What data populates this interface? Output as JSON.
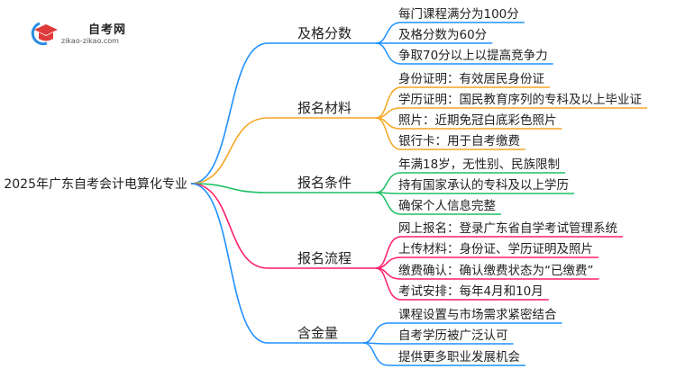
{
  "logo": {
    "title": "自考网",
    "url": "zikao-zikao.com"
  },
  "root": "2025年广东自考会计电算化专业",
  "branches": [
    {
      "label": "及格分数",
      "color": "#1E90FF",
      "leaves": [
        "每门课程满分为100分",
        "及格分数为60分",
        "争取70分以上以提高竞争力"
      ]
    },
    {
      "label": "报名材料",
      "color": "#F5A623",
      "leaves": [
        "身份证明：有效居民身份证",
        "学历证明：国民教育序列的专科及以上毕业证",
        "照片：近期免冠白底彩色照片",
        "银行卡：用于自考缴费"
      ]
    },
    {
      "label": "报名条件",
      "color": "#1DBF62",
      "leaves": [
        "年满18岁，无性别、民族限制",
        "持有国家承认的专科及以上学历",
        "确保个人信息完整"
      ]
    },
    {
      "label": "报名流程",
      "color": "#FF1F6E",
      "leaves": [
        "网上报名：登录广东省自学考试管理系统",
        "上传材料：身份证、学历证明及照片",
        "缴费确认：确认缴费状态为“已缴费”",
        "考试安排：每年4月和10月"
      ]
    },
    {
      "label": "含金量",
      "color": "#1E90FF",
      "leaves": [
        "课程设置与市场需求紧密结合",
        "自考学历被广泛认可",
        "提供更多职业发展机会"
      ]
    }
  ]
}
